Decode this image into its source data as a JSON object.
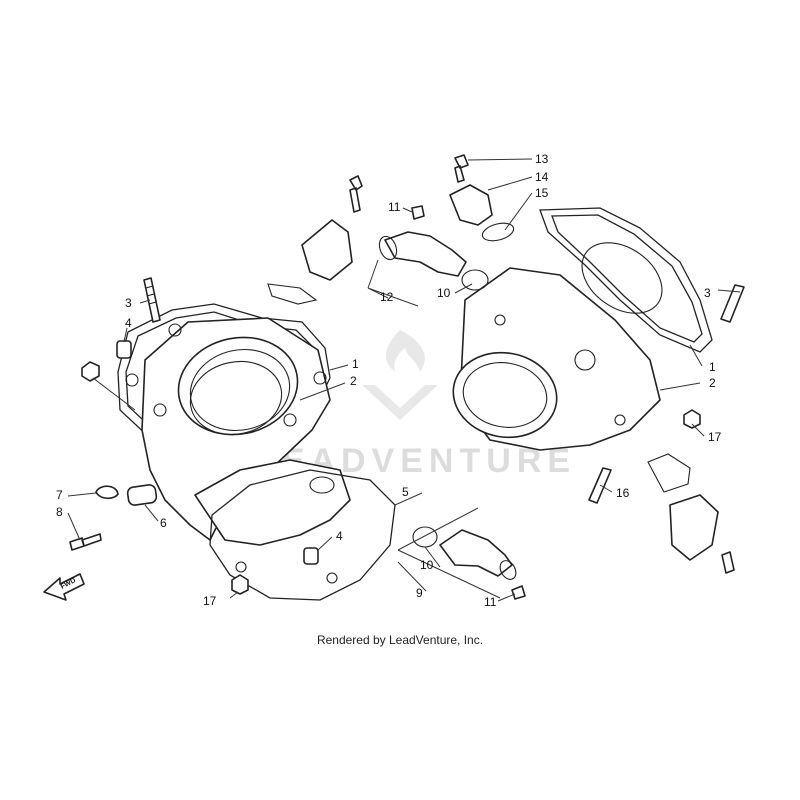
{
  "credit": "Rendered by LeadVenture, Inc.",
  "watermark": {
    "text": "LEADVENTURE",
    "color": "#d9d9d9"
  },
  "fwd_label": "FWD",
  "callouts": {
    "L1": "1",
    "L2": "2",
    "L3": "3",
    "L4a": "4",
    "L4b": "4",
    "L5": "5",
    "L6": "6",
    "L7": "7",
    "L8": "8",
    "L9": "9",
    "L10a": "10",
    "L10b": "10",
    "L11a": "11",
    "L11b": "11",
    "L12": "12",
    "L13": "13",
    "L14": "14",
    "L15": "15",
    "L16": "16",
    "L17a": "17",
    "L17b": "17",
    "R1": "1",
    "R2": "2",
    "R3": "3"
  },
  "colors": {
    "line": "#222222",
    "background": "#ffffff"
  }
}
